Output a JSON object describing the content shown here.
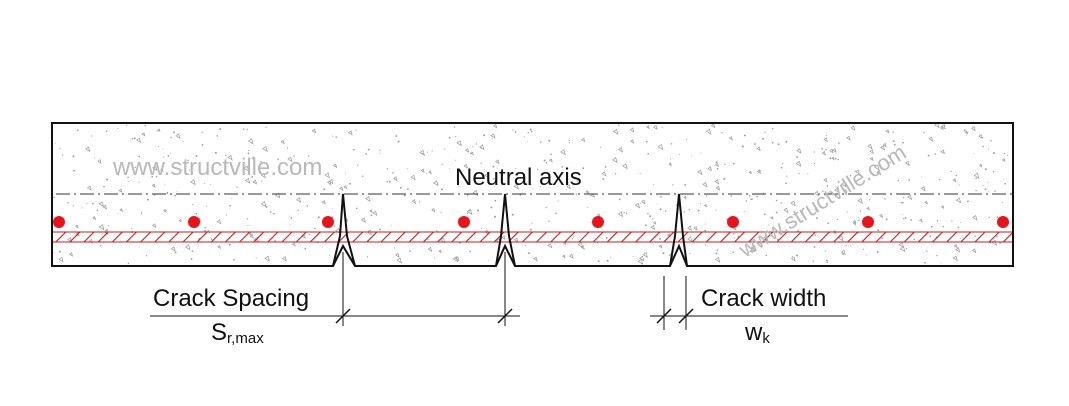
{
  "labels": {
    "neutral_axis": "Neutral axis",
    "crack_spacing": "Crack Spacing",
    "spacing_symbol": "S",
    "spacing_subscript": "r,max",
    "crack_width": "Crack width",
    "width_symbol": "w",
    "width_subscript": "k"
  },
  "watermarks": [
    "www.structville.com",
    "www.structville.com"
  ],
  "colors": {
    "outline": "#111111",
    "rebar": "#e8141c",
    "rebar_hatch": "#cc1b1b",
    "concrete_speckle": "#9a9a9a",
    "watermark": "#b9b9b9"
  }
}
